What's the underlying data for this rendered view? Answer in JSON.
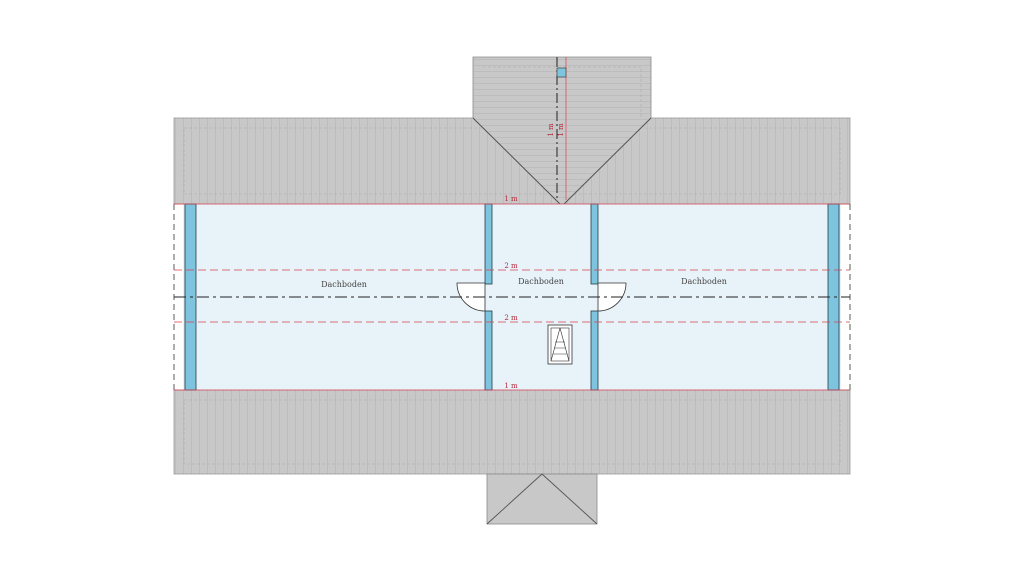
{
  "plan": {
    "rooms": [
      {
        "label": "Dachboden"
      },
      {
        "label": "Dachboden"
      },
      {
        "label": "Dachboden"
      }
    ],
    "dimensions": {
      "top_edge": "1 m",
      "upper_mid": "2 m",
      "lower_mid": "2 m",
      "bottom_edge": "1 m",
      "dormer_a": "1 m",
      "dormer_b": "1 m"
    },
    "colors": {
      "roof_fill": "#c8c8c8",
      "roof_lines": "#b4b4b4",
      "floor_fill": "#e8f3f9",
      "wall_fill": "#7fc4de",
      "dim_line": "#d9414f",
      "axis_line": "#222222"
    },
    "icons": {
      "stair": "attic-ladder-icon"
    }
  }
}
